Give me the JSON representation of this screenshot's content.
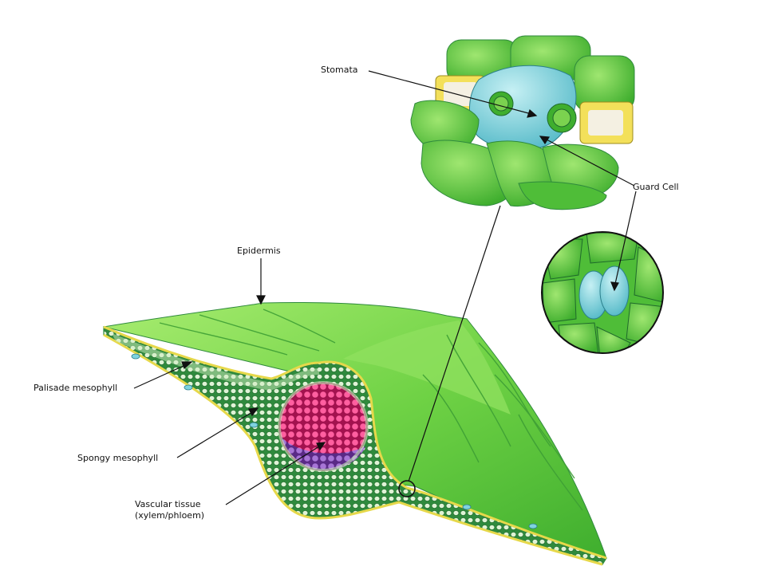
{
  "labels": {
    "stomata": "Stomata",
    "guard_cell": "Guard Cell",
    "epidermis": "Epidermis",
    "palisade": "Palisade mesophyll",
    "spongy": "Spongy mesophyll",
    "vascular_line1": "Vascular tissue",
    "vascular_line2": "(xylem/phloem)"
  },
  "colors": {
    "leaf_green": "#5fc93f",
    "leaf_light": "#9ee86a",
    "cell_dark": "#2e8f3a",
    "stoma_cyan": "#7fd3df",
    "xylem_pink": "#e0307a",
    "phloem_purple": "#8a4fb8",
    "epidermis_yellow": "#e6d84a"
  }
}
